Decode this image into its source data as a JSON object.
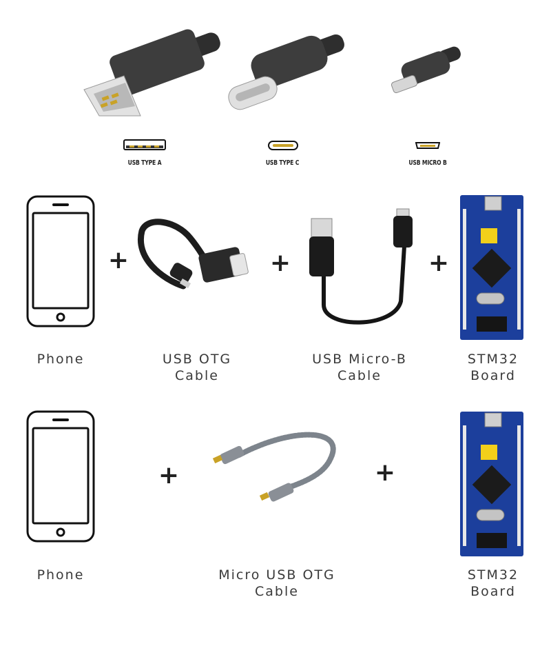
{
  "connectors": {
    "type_a": "USB TYPE A",
    "type_c": "USB TYPE C",
    "micro_b": "USB MICRO B"
  },
  "plus_sign": "+",
  "row1": {
    "phone": "Phone",
    "otg_cable": "USB OTG\nCable",
    "microb_cable": "USB Micro-B\nCable",
    "board": "STM32\nBoard"
  },
  "row2": {
    "phone": "Phone",
    "micro_otg_cable": "Micro USB OTG\nCable",
    "board": "STM32\nBoard"
  },
  "colors": {
    "cable_dark": "#3b3b3b",
    "metal": "#d9d9d9",
    "board_blue": "#1c3f9c",
    "gold": "#c9a227",
    "braid": "#8a8f96"
  }
}
